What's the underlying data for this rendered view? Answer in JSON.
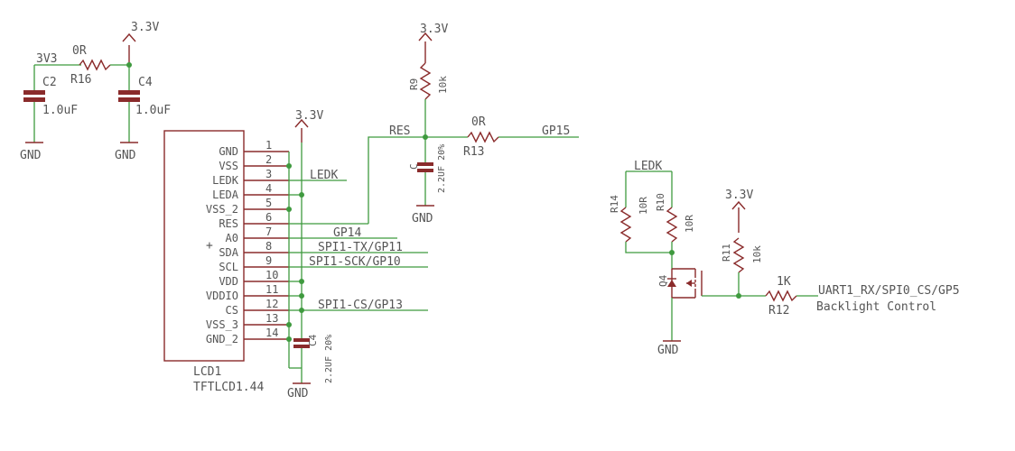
{
  "power": {
    "v33": "3.3V",
    "v33_net": "3V3",
    "gnd": "GND"
  },
  "caps": {
    "c2": {
      "name": "C2",
      "value": "1.0uF"
    },
    "c4": {
      "name": "C4",
      "value": "1.0uF"
    },
    "c_res": {
      "name": "C",
      "value": "2.2UF 20%"
    },
    "c_lcd": {
      "name": "C4",
      "value": "2.2UF 20%"
    }
  },
  "resistors": {
    "r16": {
      "name": "R16",
      "value": "0R"
    },
    "r9": {
      "name": "R9",
      "value": "10k"
    },
    "r13": {
      "name": "R13",
      "value": "0R"
    },
    "r14": {
      "name": "R14",
      "value": "10R"
    },
    "r10": {
      "name": "R10",
      "value": "10R"
    },
    "r11": {
      "name": "R11",
      "value": "10k"
    },
    "r12": {
      "name": "R12",
      "value": "1K"
    }
  },
  "lcd": {
    "name": "LCD1",
    "part": "TFTLCD1.44",
    "pins": [
      {
        "num": "1",
        "label": "GND"
      },
      {
        "num": "2",
        "label": "VSS"
      },
      {
        "num": "3",
        "label": "LEDK"
      },
      {
        "num": "4",
        "label": "LEDA"
      },
      {
        "num": "5",
        "label": "VSS_2"
      },
      {
        "num": "6",
        "label": "RES"
      },
      {
        "num": "7",
        "label": "A0"
      },
      {
        "num": "8",
        "label": "SDA"
      },
      {
        "num": "9",
        "label": "SCL"
      },
      {
        "num": "10",
        "label": "VDD"
      },
      {
        "num": "11",
        "label": "VDDIO"
      },
      {
        "num": "12",
        "label": "CS"
      },
      {
        "num": "13",
        "label": "VSS_3"
      },
      {
        "num": "14",
        "label": "GND_2"
      }
    ]
  },
  "nets": {
    "ledk": "LEDK",
    "res": "RES",
    "gp15": "GP15",
    "gp14": "GP14",
    "spi_tx": "SPI1-TX/GP11",
    "spi_sck": "SPI1-SCK/GP10",
    "spi_cs": "SPI1-CS/GP13",
    "uart": "UART1_RX/SPI0_CS/GP5"
  },
  "transistor": {
    "name": "Q4"
  },
  "notes": {
    "backlight": "Backlight Control"
  }
}
